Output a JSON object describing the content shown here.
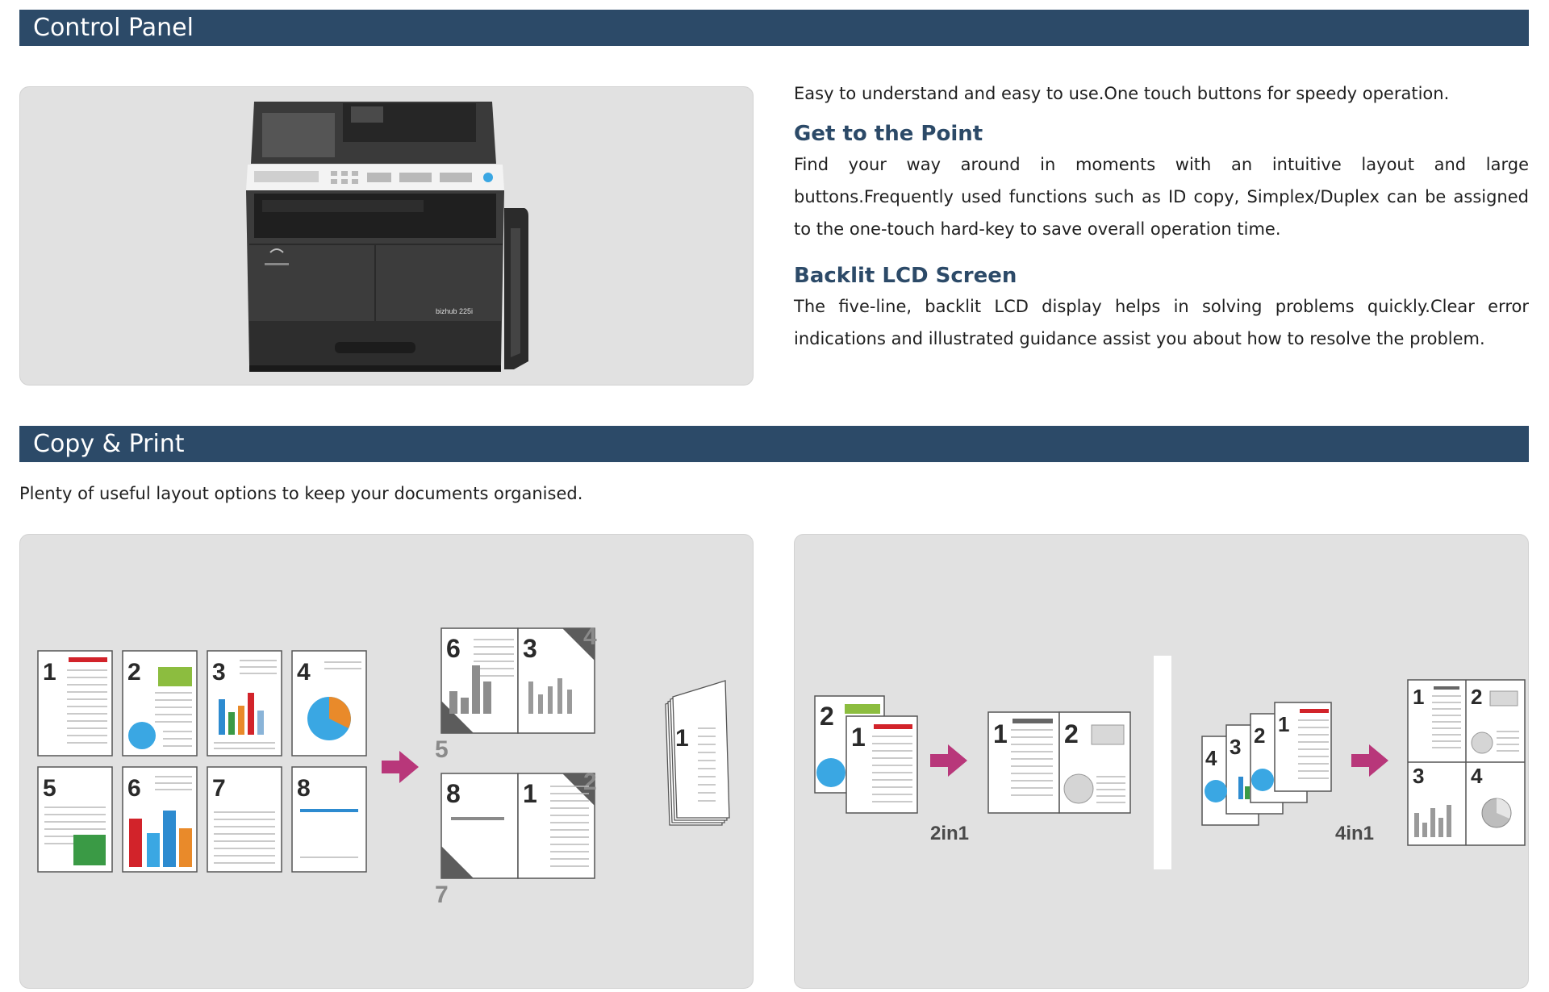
{
  "control_panel": {
    "title": "Control Panel",
    "intro": "Easy to understand and easy to use.One touch buttons for speedy operation.",
    "features": [
      {
        "heading": "Get to the Point",
        "text": "Find your way around in moments with an intuitive layout and large buttons.Frequently used functions such as ID copy, Simplex/Duplex can be assigned to the one-touch hard-key to save overall operation time."
      },
      {
        "heading": "Backlit LCD Screen",
        "text": "The five-line, backlit LCD display helps in solving problems quickly.Clear error indications and illustrated guidance assist you about how to resolve the problem."
      }
    ],
    "printer_model_label": "bizhub 225i"
  },
  "copy_print": {
    "title": "Copy & Print",
    "intro": "Plenty of useful layout options to keep your documents organised.",
    "booklet": {
      "source_pages": [
        "1",
        "2",
        "3",
        "4",
        "5",
        "6",
        "7",
        "8"
      ],
      "spread_top": {
        "left": "6",
        "right": "3",
        "back_right": "4",
        "back_left": "5"
      },
      "spread_bottom": {
        "left": "8",
        "right": "1",
        "back_right": "2",
        "back_left": "7"
      },
      "booklet_page": "1"
    },
    "combine": {
      "two_in_one": {
        "source": [
          "2",
          "1"
        ],
        "result": [
          "1",
          "2"
        ],
        "label": "2in1"
      },
      "four_in_one": {
        "source": [
          "4",
          "3",
          "2",
          "1"
        ],
        "result": [
          "1",
          "2",
          "3",
          "4"
        ],
        "label": "4in1"
      }
    },
    "colors": {
      "arrow": "#b8377a",
      "red": "#d2232a",
      "green": "#8cbd3f",
      "dark_green": "#3a9a45",
      "blue": "#3aa7e3",
      "orange": "#e98a2a",
      "bar_blue": "#2d8bd0"
    }
  }
}
